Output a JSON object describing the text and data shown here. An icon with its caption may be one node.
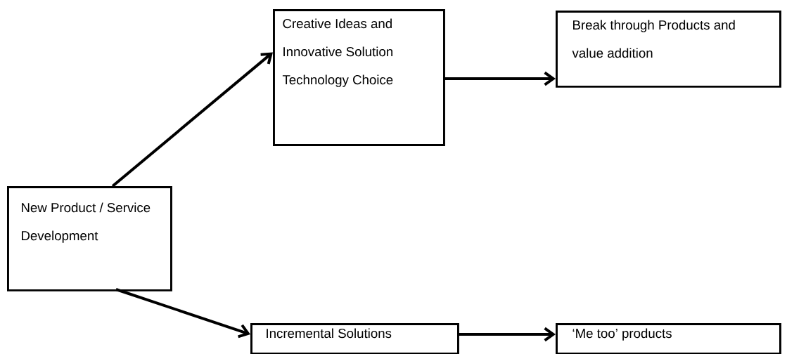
{
  "diagram": {
    "nodes": [
      {
        "text": [
          "New Product / Service Development"
        ]
      },
      {
        "text": [
          "Creative Ideas and Innovative Solution Technology Choice"
        ]
      },
      {
        "text": [
          "Break through Products and value addition"
        ]
      },
      {
        "text": [
          "Incremental Solutions"
        ]
      },
      {
        "text": [
          "‘Me too’ products"
        ]
      }
    ],
    "edges": [
      {
        "from": 0,
        "to": 1,
        "arrow": "to"
      },
      {
        "from": 0,
        "to": 3,
        "arrow": "to"
      },
      {
        "from": 1,
        "to": 2,
        "arrow": "to"
      },
      {
        "from": 3,
        "to": 4,
        "arrow": "to"
      }
    ]
  }
}
